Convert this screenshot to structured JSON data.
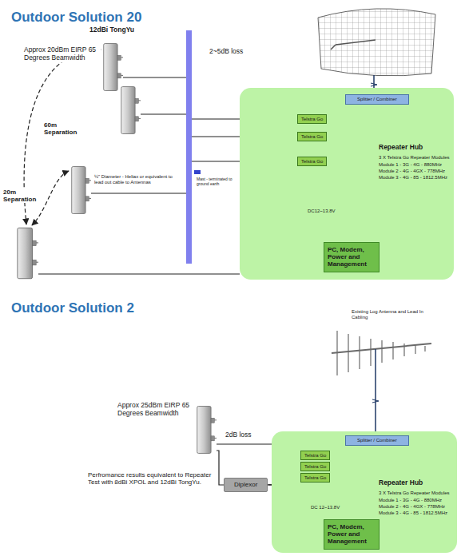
{
  "diagram": {
    "nodes": [
      {
        "text": [
          "Repeater Hub",
          "3 X Telstra Go Repeater Modules",
          "Module 1 - 3G - 4G - 880MHz",
          "Module 2 - 4G - 4GX - 778MHz",
          "Module 3 - 4G - 85 - 1812.5MHz"
        ]
      },
      {
        "text": [
          "Splitter / Combiner"
        ],
        "in": 0
      },
      {
        "text": [
          "Telstra Go"
        ],
        "in": 0
      },
      {
        "text": [
          "Telstra Go"
        ],
        "in": 0
      },
      {
        "text": [
          "Telstra Go"
        ],
        "in": 0
      },
      {
        "text": [
          "PC, Modem, Power and Management"
        ],
        "in": 0
      },
      {
        "text": [
          "Repeater Hub",
          "3 X Telstra Go Repeater Modules",
          "Module 1 - 3G - 4G - 880MHz",
          "Module 2 - 4G - 4GX - 778MHz",
          "Module 3 - 4G - 85 - 1812.5MHz"
        ]
      },
      {
        "text": [
          "Splitter / Combiner"
        ],
        "in": 6
      },
      {
        "text": [
          "Telstra Go"
        ],
        "in": 6
      },
      {
        "text": [
          "Telstra Go"
        ],
        "in": 6
      },
      {
        "text": [
          "Telstra Go"
        ],
        "in": 6
      },
      {
        "text": [
          "PC, Modem, Power and Management"
        ],
        "in": 6
      },
      {
        "text": [
          "Diplexor"
        ]
      }
    ],
    "edges": [
      {
        "from": 1,
        "to": 2,
        "arrow": "none"
      },
      {
        "from": 1,
        "to": 3,
        "arrow": "none"
      },
      {
        "from": 1,
        "to": 4,
        "arrow": "none"
      },
      {
        "from": 1,
        "to": 5,
        "arrow": "none"
      },
      {
        "from": 4,
        "to": 5,
        "label": "DC12~13.8V",
        "arrow": "none"
      },
      {
        "from": 7,
        "to": 8,
        "arrow": "none"
      },
      {
        "from": 7,
        "to": 9,
        "arrow": "none"
      },
      {
        "from": 7,
        "to": 10,
        "arrow": "none"
      },
      {
        "from": 7,
        "to": 11,
        "arrow": "none"
      },
      {
        "from": 10,
        "to": 11,
        "label": "DC 12~13.8V",
        "arrow": "none"
      },
      {
        "from": 12,
        "to": 9,
        "arrow": "none"
      },
      {
        "from": 12,
        "to": 10,
        "arrow": "none"
      }
    ],
    "labels": [
      "Outdoor Solution 20",
      "Approx 20dBm EIRP 65 Degrees Beamwidth",
      "12dBi TongYu",
      "2~5dB loss",
      "60m Separation",
      "20m Separation",
      "½\" Diameter - Heliax or equivalent to lead out cable to Antennas",
      "Mast - terminated to ground earth",
      "Outdoor Solution 2",
      "Existing Log Antenna and Lead In Cabling",
      "Approx 25dBm EIRP 65 Degrees Beamwidth",
      "2dB loss",
      "Perfromance results equivalent to Repeater Test with 8dBi XPOL and 12dBi TongYu."
    ]
  }
}
